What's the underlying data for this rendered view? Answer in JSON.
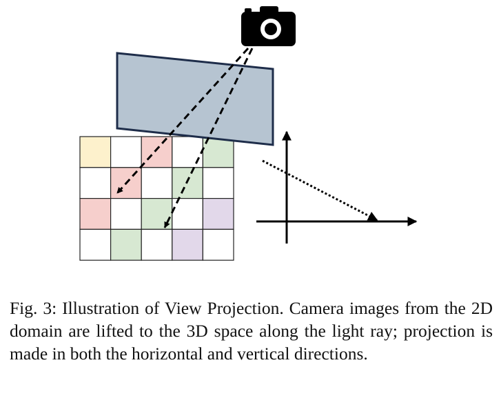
{
  "figure": {
    "caption": "Fig. 3: Illustration of View Projection. Camera images from the 2D domain are lifted to the 3D space along the light ray; projection is made in both the horizontal and vertical directions."
  },
  "grid": {
    "rows": 4,
    "cols": 5,
    "cells": [
      [
        "yellow",
        "white",
        "red",
        "white",
        "green"
      ],
      [
        "white",
        "red",
        "white",
        "green",
        "white"
      ],
      [
        "red",
        "white",
        "green",
        "white",
        "purple"
      ],
      [
        "white",
        "green",
        "white",
        "purple",
        "white"
      ]
    ]
  },
  "colors": {
    "yellow": "#fdf1cc",
    "red": "#f6cfcc",
    "green": "#d7e8d2",
    "purple": "#e2d8ea",
    "white": "#ffffff",
    "image_plane": "#b6c4d1",
    "stroke": "#000000"
  },
  "icons": {
    "camera": "camera-icon"
  }
}
